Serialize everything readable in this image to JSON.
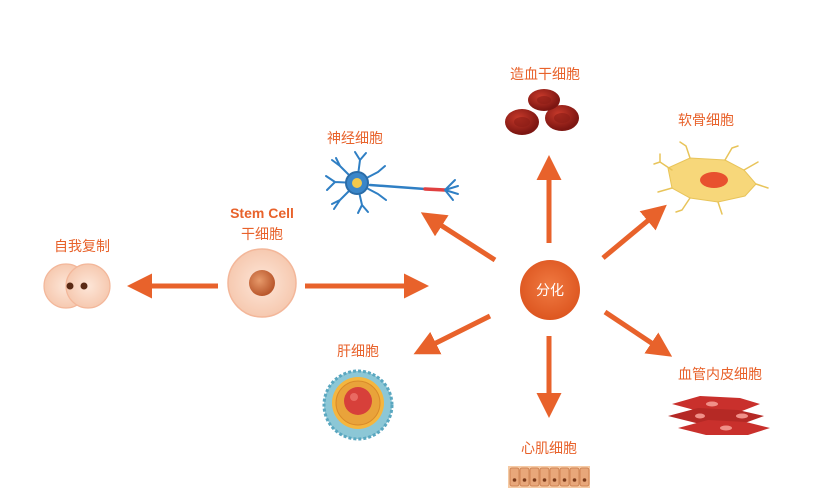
{
  "labels": {
    "self_renewal": "自我复制",
    "stem_cell_en": "Stem Cell",
    "stem_cell_cn": "干细胞",
    "differentiation": "分化",
    "hematopoietic": "造血干细胞",
    "neuron": "神经细胞",
    "chondrocyte": "软骨细胞",
    "hepatocyte": "肝细胞",
    "cardiomyocyte": "心肌细胞",
    "endothelial": "血管内皮细胞"
  },
  "colors": {
    "accent": "#e8622b",
    "hub": "#e9652d",
    "rbc": "#a5241c",
    "neuron_blue": "#2f7fc4",
    "chondro_yellow": "#f7d77a",
    "liver_teal": "#8cc7d6",
    "muscle_red": "#c9302c"
  }
}
